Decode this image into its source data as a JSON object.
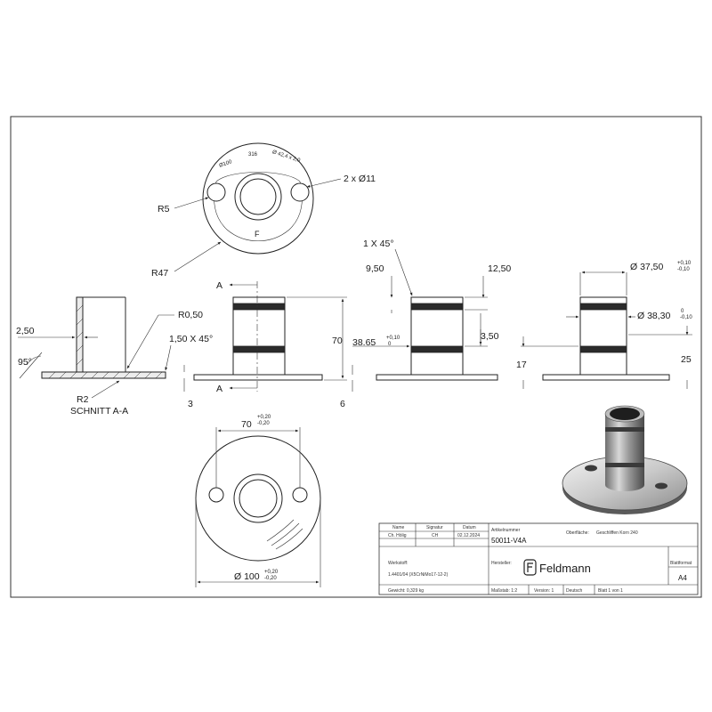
{
  "plan_top": {
    "engraving_dia": "Ø100",
    "engraving_mat": "316",
    "engraving_tube": "Ø 42,4 x 2,0",
    "logo_letter": "F",
    "r5": "R5",
    "holes": "2 x Ø11",
    "r47": "R47"
  },
  "section": {
    "dim_250": "2,50",
    "dim_r050": "R0,50",
    "dim_chamfer": "1,50 X 45°",
    "angle": "95°",
    "r2": "R2",
    "title": "SCHNITT A-A",
    "cut_a_top": "A",
    "cut_a_bottom": "A",
    "dim_70": "70",
    "dim_3": "3"
  },
  "elev_mid": {
    "chamfer": "1 X 45°",
    "dim_950": "9,50",
    "dim_1250": "12,50",
    "dim_350": "3,50",
    "dia_3865": "38.65",
    "tol_3865_up": "+0,10",
    "tol_3865_lo": "0",
    "dim_6": "6"
  },
  "elev_right": {
    "dia_3750": "Ø 37,50",
    "tol_3750_up": "+0,10",
    "tol_3750_lo": "-0,10",
    "dia_3830": "Ø 38,30",
    "tol_3830_up": "0",
    "tol_3830_lo": "-0,10",
    "dim_17": "17",
    "dim_25": "25"
  },
  "plan_bottom": {
    "dim_70": "70",
    "tol_70_up": "+0,20",
    "tol_70_lo": "-0,20",
    "dia_100": "Ø 100",
    "tol_100_up": "+0,20",
    "tol_100_lo": "-0,20"
  },
  "title_block": {
    "h_name": "Name",
    "h_sign": "Signatur",
    "h_date": "Datum",
    "name": "Ch. Hölig",
    "sign": "CH",
    "date": "02.12.2024",
    "l_article": "Artikelnummer",
    "article": "50011-V4A",
    "l_surface": "Oberfläche:",
    "surface": "Geschliffen Korn 240",
    "l_material": "Werkstoff:",
    "material": "1.4401/04 (X5CrNiMo17-12-2)",
    "l_maker": "Hersteller:",
    "brand": "Feldmann",
    "l_format": "Blattformat",
    "format": "A4",
    "weight": "Gewicht: 0,329 kg",
    "scale": "Maßstab: 1:2",
    "version": "Version: 1",
    "lang": "Deutsch",
    "sheet": "Blatt 1 von 1"
  }
}
